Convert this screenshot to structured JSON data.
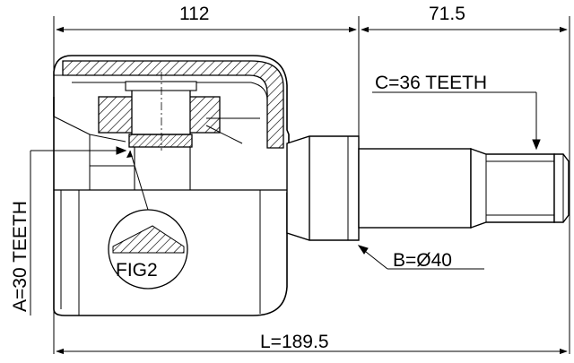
{
  "labels": {
    "dim_top_left": "112",
    "dim_top_right": "71.5",
    "dim_bottom": "L=189.5",
    "teeth_a": "A=30 TEETH",
    "teeth_c": "C=36 TEETH",
    "diameter_b": "B=Ø40",
    "fig": "FIG2"
  }
}
